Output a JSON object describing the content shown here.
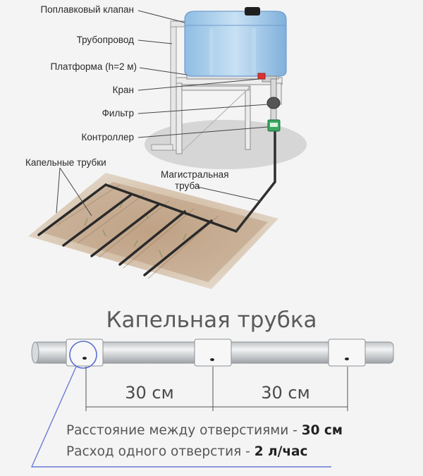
{
  "labels": {
    "float_valve": "Поплавковый клапан",
    "pipeline": "Трубопровод",
    "platform": "Платформа (h=2 м)",
    "tap": "Кран",
    "filter": "Фильтр",
    "controller": "Контроллер",
    "drip_tubes": "Капельные трубки",
    "main_pipe_line1": "Магистральная",
    "main_pipe_line2": "труба"
  },
  "section": {
    "title": "Капельная трубка",
    "dimension_left": "30 см",
    "dimension_right": "30 см",
    "spacing_label": "Расстояние между отверстиями - ",
    "spacing_value": "30 см",
    "flow_label": "Расход одного отверстия - ",
    "flow_value": "2 л/час"
  },
  "colors": {
    "tank_blue": "#a9cdea",
    "pipe": "#cfd3d6",
    "frame": "#e8e8e8",
    "soil": "#b79a7c",
    "tube": "#2a2a2a",
    "accent_line": "#6a7bd6"
  }
}
